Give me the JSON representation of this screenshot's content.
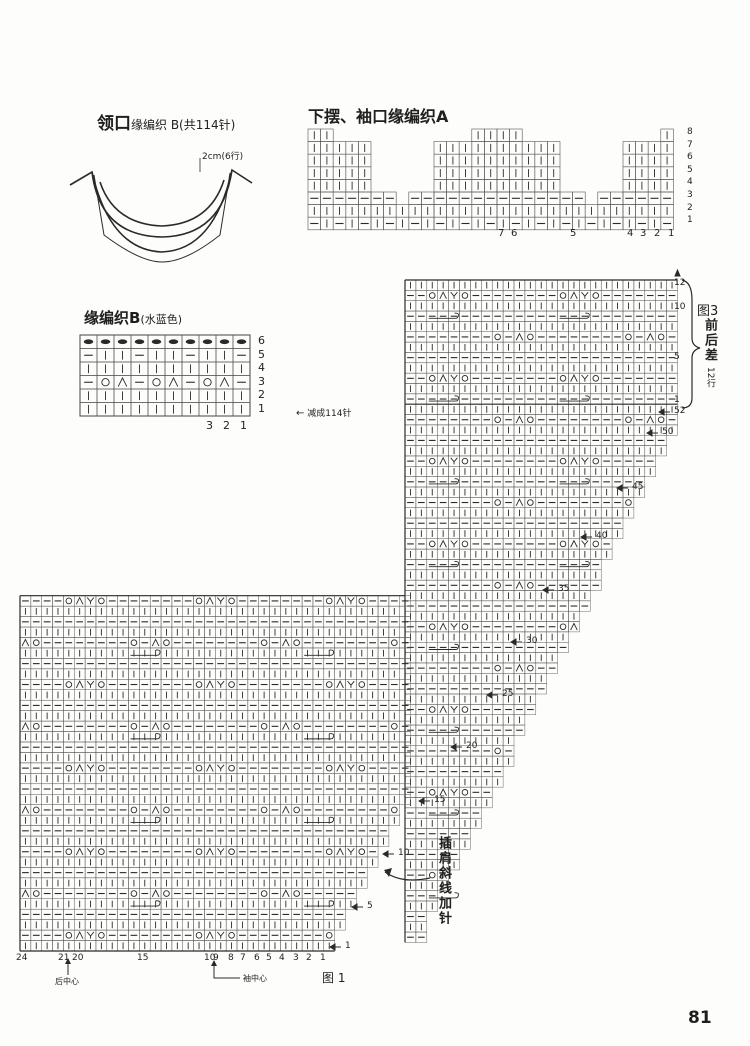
{
  "colors": {
    "ink": "#2a2a2a",
    "paper": "#fdfdfb",
    "grid": "#5a5a5a"
  },
  "collar": {
    "title": "领口",
    "title_suffix": "缘编织 B(共114针)",
    "height_note": "2cm(6行)"
  },
  "hem_pattern": {
    "title": "下摆、袖口缘编织A",
    "row_numbers": [
      "8",
      "7",
      "6",
      "5",
      "4",
      "3",
      "2",
      "1"
    ],
    "stitch_numbers": [
      "7",
      "6",
      "5",
      "4",
      "3",
      "2",
      "1"
    ]
  },
  "edge_b": {
    "title": "缘编织B",
    "color_note": "(水蓝色)",
    "row_numbers": [
      "6",
      "5",
      "4",
      "3",
      "2",
      "1"
    ],
    "stitch_numbers": [
      "3",
      "2",
      "1"
    ],
    "decrease_note": "减成114针"
  },
  "figure3": {
    "label": "图3",
    "part": "前后差",
    "rows_note": "12行",
    "row_marks": [
      "12",
      "10",
      "5",
      "1"
    ],
    "side_marks": [
      "52",
      "50",
      "45",
      "40",
      "35",
      "30",
      "25",
      "20",
      "15",
      "10",
      "5",
      "1"
    ]
  },
  "figure1": {
    "label": "图 1",
    "raglan_note": "插肩斜线加针",
    "bottom_numbers": [
      "24",
      "21",
      "20",
      "15",
      "10",
      "9",
      "8",
      "7",
      "6",
      "5",
      "4",
      "3",
      "2",
      "1"
    ],
    "back_center": "后中心",
    "sleeve_center": "袖中心"
  },
  "page_number": "81"
}
